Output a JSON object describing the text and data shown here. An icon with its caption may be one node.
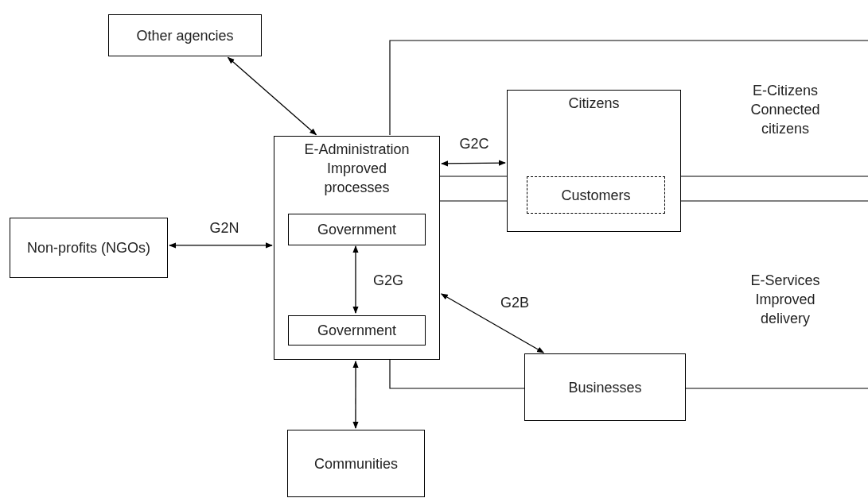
{
  "diagram": {
    "nodes": [
      {
        "text": [
          "Other agencies"
        ]
      },
      {
        "text": [
          "Non-profits (NGOs)"
        ]
      },
      {
        "text": [
          "E-Administration Improved processes"
        ]
      },
      {
        "text": [
          "Government"
        ],
        "in": 2
      },
      {
        "text": [
          "Government"
        ],
        "in": 2
      },
      {
        "text": [
          "Citizens"
        ]
      },
      {
        "text": [
          "Customers"
        ],
        "in": 5
      },
      {
        "text": [
          "Businesses"
        ]
      },
      {
        "text": [
          "Communities"
        ]
      }
    ],
    "edges": [
      {
        "from": 0,
        "to": 2,
        "arrow": "both"
      },
      {
        "from": 1,
        "to": 2,
        "arrow": "both",
        "label": "G2N"
      },
      {
        "from": 2,
        "to": 5,
        "arrow": "both",
        "label": "G2C"
      },
      {
        "from": 3,
        "to": 4,
        "arrow": "both",
        "label": "G2G"
      },
      {
        "from": 2,
        "to": 7,
        "arrow": "both",
        "label": "G2B"
      },
      {
        "from": 2,
        "to": 8,
        "arrow": "both"
      }
    ],
    "labels": [
      "E-Citizens Connected citizens",
      "E-Services Improved delivery"
    ]
  }
}
